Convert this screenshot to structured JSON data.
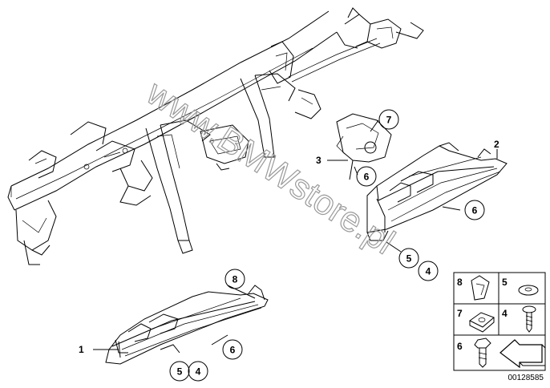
{
  "watermark": "www.BMWstore.pl",
  "diagram_code": "00128585",
  "callouts": {
    "c1": "1",
    "c2": "2",
    "c3": "3",
    "c4a": "4",
    "c5a": "5",
    "c4b": "4",
    "c5b": "5",
    "c6a": "6",
    "c6b": "6",
    "c6c": "6",
    "c7": "7",
    "c8": "8"
  },
  "legend": {
    "l8": "8",
    "l5": "5",
    "l7": "7",
    "l4": "4",
    "l6": "6"
  },
  "colors": {
    "line": "#000000",
    "watermark": "#9a9a9a",
    "background": "#ffffff"
  }
}
